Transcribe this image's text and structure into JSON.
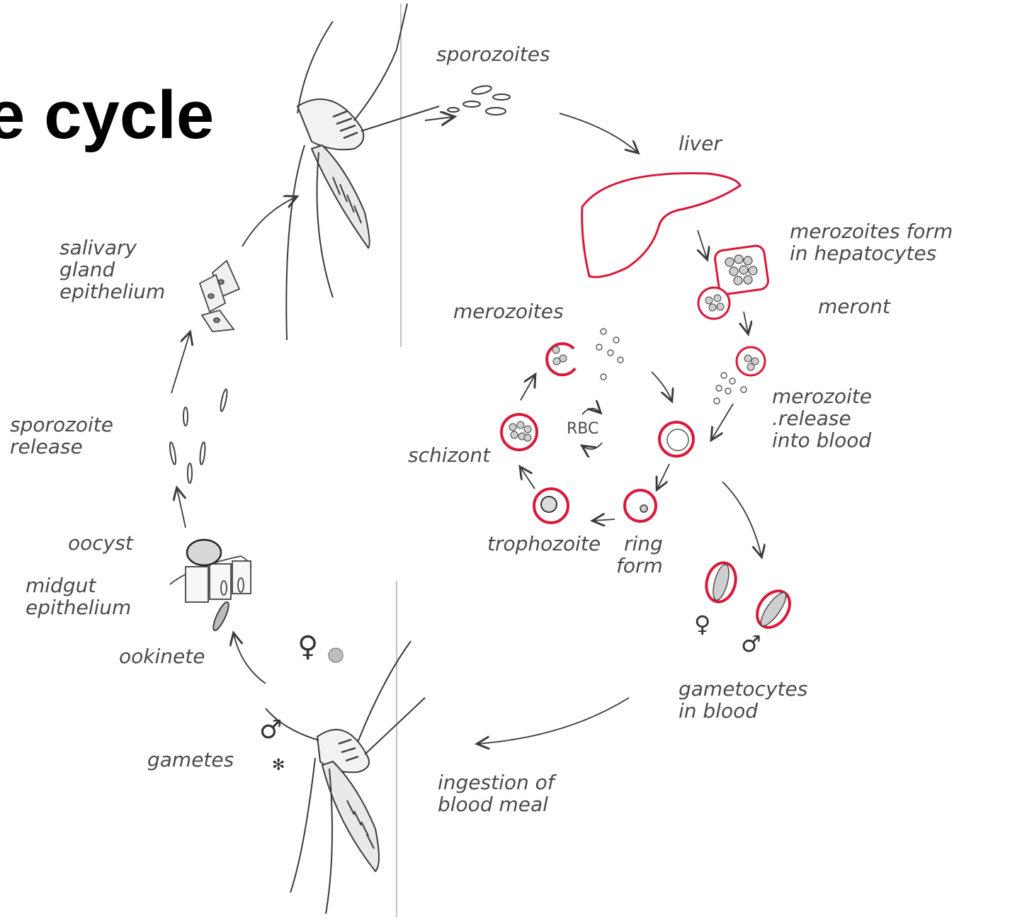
{
  "title": "e cycle",
  "labels": {
    "sporozoites": "sporozoites",
    "liver": "liver",
    "merozoites_form": "merozoites form\nin hepatocytes",
    "meront": "meront",
    "merozoites": "merozoites",
    "rbc": "RBC",
    "merozoite_release": "merozoite\n.release\ninto blood",
    "schizont": "schizont",
    "trophozoite": "trophozoite",
    "ring_form": "ring\nform",
    "gametocytes": "gametocytes\nin blood",
    "ingestion": "ingestion of\nblood meal",
    "salivary": "salivary\ngland\nepithelium",
    "sporozoite_release": "sporozoite\nrelease",
    "oocyst": "oocyst",
    "midgut": "midgut\nepithelium",
    "ookinete": "ookinete",
    "gametes": "gametes"
  },
  "symbols": {
    "female": "♀",
    "male": "♂",
    "asterisk": "✻"
  },
  "colors": {
    "red": "#d8193a",
    "ink": "#3a3a3a",
    "title": "#000000"
  }
}
